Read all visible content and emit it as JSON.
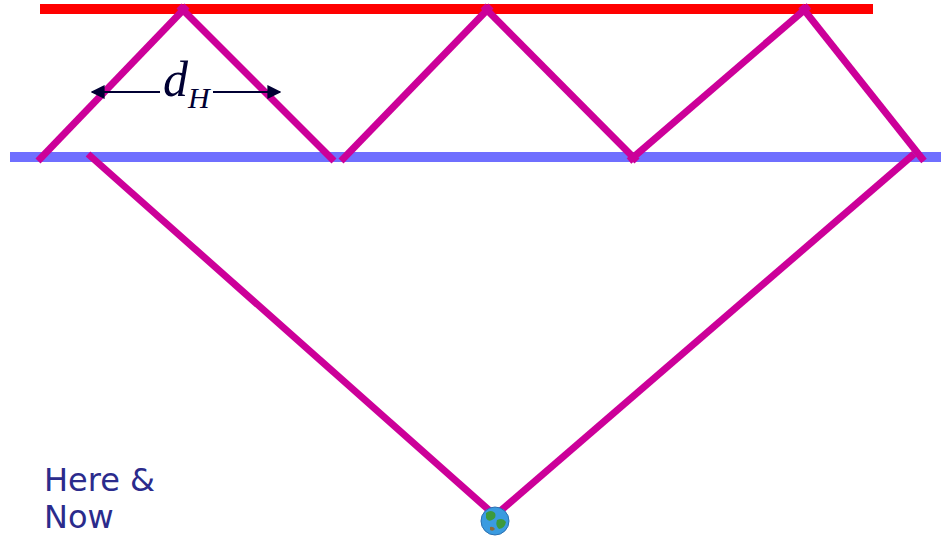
{
  "diagram": {
    "labels": [
      "d",
      "H",
      "Here & Now"
    ]
  }
}
